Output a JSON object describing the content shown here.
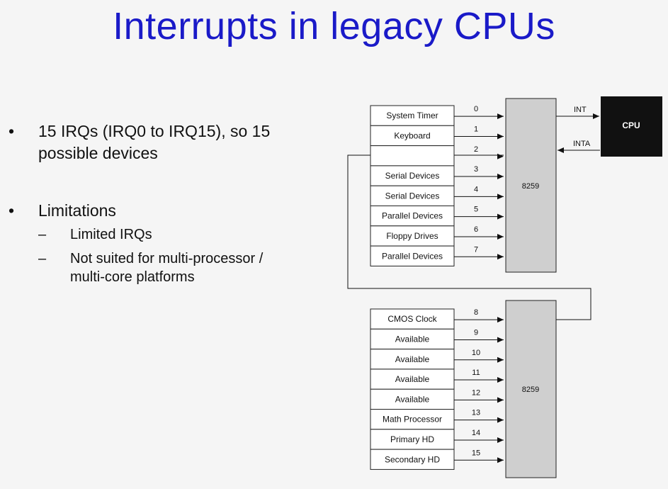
{
  "title": "Interrupts in legacy CPUs",
  "bullets": [
    {
      "marker": "•",
      "lines": [
        "15 IRQs (IRQ0 to IRQ15), so 15",
        "possible devices"
      ]
    },
    {
      "marker": "•",
      "lines": [
        "Limitations"
      ],
      "subs": [
        {
          "marker": "–",
          "lines": [
            "Limited IRQs"
          ]
        },
        {
          "marker": "–",
          "lines": [
            "Not suited for multi-processor /",
            "multi-core platforms"
          ]
        }
      ]
    }
  ],
  "diagram": {
    "master_pic": "8259",
    "slave_pic": "8259",
    "cpu": "CPU",
    "int_label": "INT",
    "inta_label": "INTA",
    "master_devices": [
      {
        "irq": "0",
        "name": "System Timer"
      },
      {
        "irq": "1",
        "name": "Keyboard"
      },
      {
        "irq": "2",
        "name": ""
      },
      {
        "irq": "3",
        "name": "Serial Devices"
      },
      {
        "irq": "4",
        "name": "Serial Devices"
      },
      {
        "irq": "5",
        "name": "Parallel Devices"
      },
      {
        "irq": "6",
        "name": "Floppy Drives"
      },
      {
        "irq": "7",
        "name": "Parallel Devices"
      }
    ],
    "slave_devices": [
      {
        "irq": "8",
        "name": "CMOS Clock"
      },
      {
        "irq": "9",
        "name": "Available"
      },
      {
        "irq": "10",
        "name": "Available"
      },
      {
        "irq": "11",
        "name": "Available"
      },
      {
        "irq": "12",
        "name": "Available"
      },
      {
        "irq": "13",
        "name": "Math Processor"
      },
      {
        "irq": "14",
        "name": "Primary HD"
      },
      {
        "irq": "15",
        "name": "Secondary HD"
      }
    ]
  }
}
